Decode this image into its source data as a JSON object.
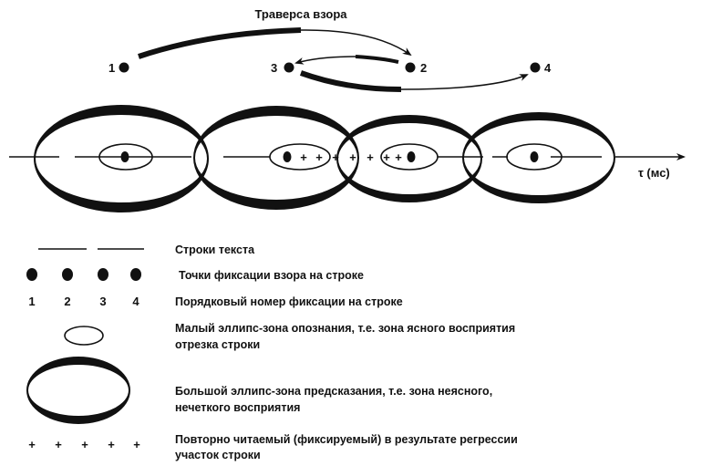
{
  "title": "Траверса взора",
  "fixations": [
    {
      "number": "1"
    },
    {
      "number": "2"
    },
    {
      "number": "3"
    },
    {
      "number": "4"
    }
  ],
  "axis_label": "τ (мс)",
  "regression_marks": [
    "+",
    "+",
    "+",
    "+",
    "+",
    "+",
    "+"
  ],
  "legend": {
    "text_lines": "Строки текста",
    "fixation_points": "Точки фиксации взора на строке",
    "numbers": [
      "1",
      "2",
      "3",
      "4"
    ],
    "fixation_order": "Порядковый номер фиксации на строке",
    "small_ellipse_1": "Малый эллипс-зона опознания, т.е. зона ясного восприятия",
    "small_ellipse_2": "отрезка строки",
    "large_ellipse_1": "Большой эллипс-зона предсказания, т.е. зона неясного,",
    "large_ellipse_2": "нечеткого восприятия",
    "plus_marks": [
      "+",
      "+",
      "+",
      "+",
      "+"
    ],
    "regression_1": "Повторно читаемый (фиксируемый) в результате регрессии",
    "regression_2": "участок строки"
  },
  "colors": {
    "ink": "#111111",
    "background": "#ffffff"
  }
}
